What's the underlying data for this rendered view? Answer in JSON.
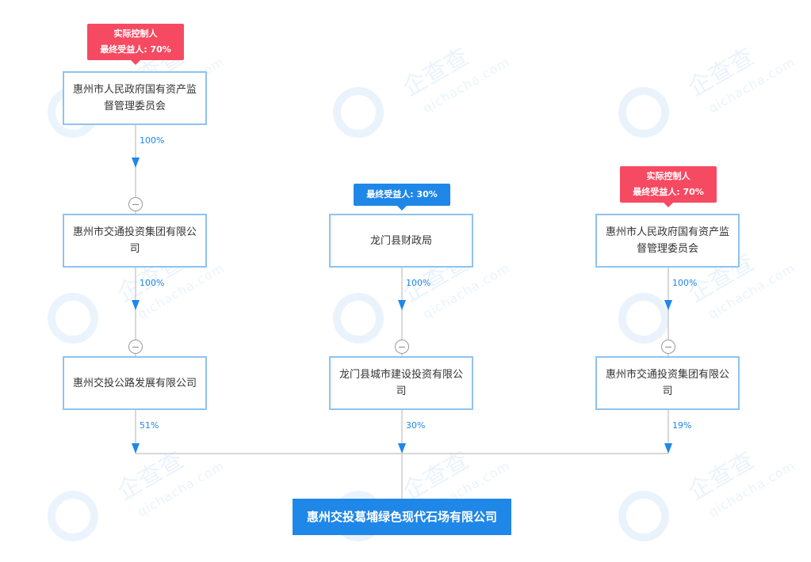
{
  "watermark": {
    "brand": "企查查",
    "domain": "qichacha.com"
  },
  "colors": {
    "controller_tag": "#f64a62",
    "beneficiary_tag": "#1f87e8",
    "node_border": "#8fc3ef",
    "edge": "#cccccc",
    "arrow": "#1f87e8",
    "target_fill": "#1f87e8"
  },
  "shareholders": [
    {
      "chain": [
        "惠州市人民政府国有资产监督管理委员会",
        "惠州市交通投资集团有限公司",
        "惠州交投公路发展有限公司"
      ],
      "tag": {
        "line1": "实际控制人",
        "line2": "最终受益人: 70%",
        "style": "red"
      },
      "percents": [
        "100%",
        "100%",
        "51%"
      ]
    },
    {
      "chain": [
        "龙门县财政局",
        "龙门县城市建设投资有限公司"
      ],
      "tag": {
        "line1": "",
        "line2": "最终受益人: 30%",
        "style": "blue"
      },
      "percents": [
        "100%",
        "30%"
      ]
    },
    {
      "chain": [
        "惠州市人民政府国有资产监督管理委员会",
        "惠州市交通投资集团有限公司"
      ],
      "tag": {
        "line1": "实际控制人",
        "line2": "最终受益人: 70%",
        "style": "red"
      },
      "percents": [
        "100%",
        "19%"
      ]
    }
  ],
  "target": {
    "name": "惠州交投葛埔绿色现代石场有限公司"
  }
}
